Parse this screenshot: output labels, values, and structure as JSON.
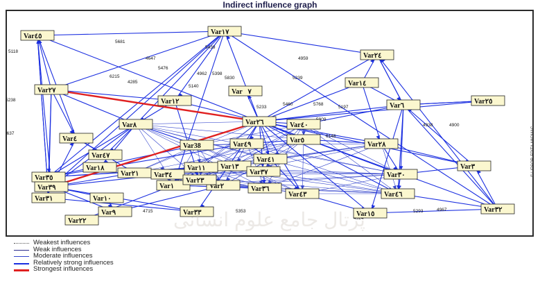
{
  "title": "Indirect influence graph",
  "side_label": "© LIPSOR-EPITA-MICMAC",
  "watermark_text": "پرتال جامع علوم انسانی",
  "colors": {
    "weak": "#2a2a8a",
    "moderate": "#3344cc",
    "strong": "#1a2ee0",
    "strongest": "#e02020",
    "node_fill": "#fbf7cf",
    "node_border": "#222222"
  },
  "legend": [
    {
      "label": "Weakest influences",
      "style": "weakest"
    },
    {
      "label": "Weak influences",
      "style": "weak"
    },
    {
      "label": "Moderate influences",
      "style": "moderate"
    },
    {
      "label": "Relatively strong influences",
      "style": "strong"
    },
    {
      "label": "Strongest influences",
      "style": "strongest"
    }
  ],
  "nodes": [
    {
      "id": "v45",
      "label": "Var٤٥"
    },
    {
      "id": "v17",
      "label": "Var١٧"
    },
    {
      "id": "v24",
      "label": "Var٢٤"
    },
    {
      "id": "v14",
      "label": "Var١٤"
    },
    {
      "id": "v27",
      "label": "Var٢٧"
    },
    {
      "id": "v12",
      "label": "Var١٢"
    },
    {
      "id": "v7",
      "label": "Varٍ٧"
    },
    {
      "id": "v6",
      "label": "Var٦"
    },
    {
      "id": "v25",
      "label": "Var٢٥"
    },
    {
      "id": "v8",
      "label": "Var٨"
    },
    {
      "id": "v26",
      "label": "Var٢٦"
    },
    {
      "id": "v40",
      "label": "Var٤٠"
    },
    {
      "id": "v4",
      "label": "Var٤"
    },
    {
      "id": "v38",
      "label": "Var38"
    },
    {
      "id": "v49",
      "label": "Var٤٩"
    },
    {
      "id": "v5",
      "label": "Var٥"
    },
    {
      "id": "v47",
      "label": "Var٤٧"
    },
    {
      "id": "v28",
      "label": "Var٢٨"
    },
    {
      "id": "v3",
      "label": "Var٣"
    },
    {
      "id": "v41",
      "label": "Var٤١"
    },
    {
      "id": "v35",
      "label": "Var٣٥"
    },
    {
      "id": "v39",
      "label": "Var٣٩"
    },
    {
      "id": "v21",
      "label": "Var٢١"
    },
    {
      "id": "v34",
      "label": "Var٣٤"
    },
    {
      "id": "v1",
      "label": "Var١"
    },
    {
      "id": "v13",
      "label": "Var١٣"
    },
    {
      "id": "v37",
      "label": "Var٣٧"
    },
    {
      "id": "v30",
      "label": "Var٣٠"
    },
    {
      "id": "v31",
      "label": "Var٣١"
    },
    {
      "id": "v10",
      "label": "Var١٠"
    },
    {
      "id": "v2",
      "label": "Var٢"
    },
    {
      "id": "v36",
      "label": "Var٣٦"
    },
    {
      "id": "v43",
      "label": "Var٤٣"
    },
    {
      "id": "v46",
      "label": "Var٤٦"
    },
    {
      "id": "v9",
      "label": "Var٩"
    },
    {
      "id": "v33",
      "label": "Var٣٣"
    },
    {
      "id": "v15",
      "label": "Var١٥"
    },
    {
      "id": "v32",
      "label": "Var٣٢"
    },
    {
      "id": "v22",
      "label": "Var٢٢"
    },
    {
      "id": "v11",
      "label": "Var١١"
    },
    {
      "id": "v23",
      "label": "Var٢٣"
    },
    {
      "id": "v18",
      "label": "Var١٨"
    }
  ],
  "edge_values": [
    "5118",
    "5681",
    "4647",
    "5476",
    "6215",
    "4285",
    "5238",
    "4637",
    "5439",
    "4962",
    "5398",
    "5239",
    "5830",
    "4959",
    "4900",
    "5909",
    "5768",
    "5197",
    "5353",
    "5293",
    "4924",
    "4967",
    "5233",
    "4938",
    "4715",
    "6148",
    "5460",
    "5203",
    "5140"
  ],
  "edges": {
    "strongest": [
      [
        "v27",
        "v26"
      ],
      [
        "v26",
        "v39"
      ]
    ],
    "strong": [
      [
        "v27",
        "v45"
      ],
      [
        "v27",
        "v17"
      ],
      [
        "v27",
        "v12"
      ],
      [
        "v27",
        "v8"
      ],
      [
        "v27",
        "v4"
      ],
      [
        "v27",
        "v35"
      ],
      [
        "v27",
        "v31"
      ],
      [
        "v26",
        "v17"
      ],
      [
        "v26",
        "v24"
      ],
      [
        "v26",
        "v14"
      ],
      [
        "v26",
        "v6"
      ],
      [
        "v26",
        "v25"
      ],
      [
        "v26",
        "v45"
      ],
      [
        "v26",
        "v40"
      ],
      [
        "v26",
        "v12"
      ],
      [
        "v26",
        "v7"
      ],
      [
        "v26",
        "v5"
      ],
      [
        "v26",
        "v28"
      ],
      [
        "v26",
        "v3"
      ],
      [
        "v26",
        "v30"
      ],
      [
        "v26",
        "v46"
      ],
      [
        "v26",
        "v15"
      ],
      [
        "v26",
        "v32"
      ],
      [
        "v26",
        "v36"
      ],
      [
        "v26",
        "v43"
      ],
      [
        "v26",
        "v33"
      ],
      [
        "v26",
        "v49"
      ],
      [
        "v26",
        "v41"
      ],
      [
        "v17",
        "v45"
      ],
      [
        "v17",
        "v24"
      ],
      [
        "v17",
        "v35"
      ],
      [
        "v17",
        "v39"
      ],
      [
        "v17",
        "v12"
      ],
      [
        "v17",
        "v8"
      ],
      [
        "v17",
        "v1"
      ],
      [
        "v6",
        "v24"
      ],
      [
        "v6",
        "v25"
      ],
      [
        "v6",
        "v14"
      ],
      [
        "v6",
        "v3"
      ],
      [
        "v6",
        "v30"
      ],
      [
        "v6",
        "v46"
      ],
      [
        "v6",
        "v15"
      ],
      [
        "v39",
        "v45"
      ],
      [
        "v39",
        "v8"
      ],
      [
        "v39",
        "v4"
      ],
      [
        "v39",
        "v21"
      ],
      [
        "v39",
        "v34"
      ],
      [
        "v39",
        "v10"
      ],
      [
        "v39",
        "v9"
      ],
      [
        "v39",
        "v33"
      ],
      [
        "v31",
        "v45"
      ],
      [
        "v31",
        "v33"
      ],
      [
        "v35",
        "v49"
      ],
      [
        "v35",
        "v13"
      ],
      [
        "v35",
        "v11"
      ],
      [
        "v12",
        "v35"
      ],
      [
        "v12",
        "v23"
      ],
      [
        "v8",
        "v47"
      ],
      [
        "v8",
        "v18"
      ],
      [
        "v4",
        "v47"
      ],
      [
        "v4",
        "v21"
      ],
      [
        "v32",
        "v24"
      ],
      [
        "v32",
        "v15"
      ],
      [
        "v32",
        "v46"
      ],
      [
        "v32",
        "v3"
      ],
      [
        "v32",
        "v17"
      ],
      [
        "v32",
        "v6"
      ],
      [
        "v14",
        "v24"
      ],
      [
        "v14",
        "v28"
      ],
      [
        "v28",
        "v3"
      ],
      [
        "v28",
        "v30"
      ],
      [
        "v5",
        "v28"
      ],
      [
        "v40",
        "v6"
      ],
      [
        "v49",
        "v41"
      ],
      [
        "v49",
        "v5"
      ],
      [
        "v41",
        "v43"
      ],
      [
        "v43",
        "v15"
      ],
      [
        "v37",
        "v13"
      ],
      [
        "v36",
        "v1"
      ],
      [
        "v2",
        "v22"
      ],
      [
        "v10",
        "v9"
      ],
      [
        "v1",
        "v22"
      ],
      [
        "v38",
        "v35"
      ],
      [
        "v38",
        "v8"
      ],
      [
        "v21",
        "v34"
      ],
      [
        "v45",
        "v31"
      ],
      [
        "v45",
        "v4"
      ],
      [
        "v24",
        "v6"
      ],
      [
        "v25",
        "v6"
      ],
      [
        "v30",
        "v46"
      ],
      [
        "v3",
        "v30"
      ]
    ]
  }
}
